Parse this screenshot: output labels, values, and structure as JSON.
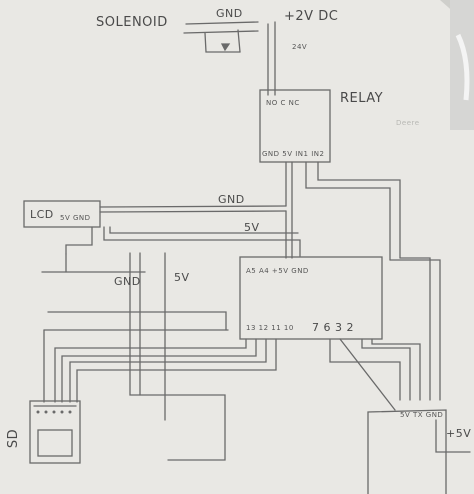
{
  "labels": {
    "solenoid": "SOLENOID",
    "gnd_top": "GND",
    "plus2v_dc": "+2V DC",
    "v24": "24V",
    "relay": "RELAY",
    "faint_text": "Deere",
    "relay_top_pins": "NO C NC",
    "relay_bottom_pins": "GND 5V IN1 IN2",
    "lcd": "LCD",
    "lcd_pins": "5V GND",
    "gnd_wire": "GND",
    "v5_wire": "5V",
    "gnd_vertical": "GND",
    "v5_vertical": "5V",
    "arduino_top_pins": "A5 A4 +5V GND",
    "arduino_bottom_pins_left": "13 12 11 10",
    "arduino_bottom_pins_right": "7 6 3 2",
    "sd": "SD",
    "sensor_pins": "5V TX GND",
    "plus5v": "+5V"
  }
}
